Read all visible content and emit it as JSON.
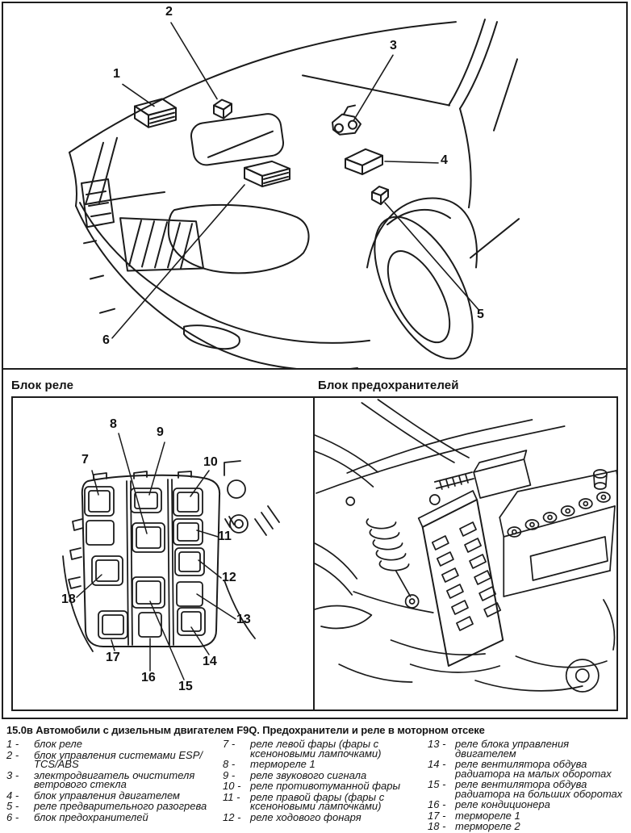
{
  "figure": {
    "panel_headers": {
      "relay": "Блок реле",
      "fuse": "Блок предохранителей"
    }
  },
  "callouts": {
    "car": [
      "1",
      "2",
      "3",
      "4",
      "5",
      "6"
    ],
    "relay": [
      "7",
      "8",
      "9",
      "10",
      "11",
      "12",
      "13",
      "14",
      "15",
      "16",
      "17",
      "18"
    ]
  },
  "legend": {
    "title": "15.0в Автомобили с дизельным двигателем F9Q. Предохранители и реле в моторном отсеке",
    "columns": [
      {
        "items": [
          {
            "num": "1 -",
            "text": "блок реле"
          },
          {
            "num": "2 -",
            "text": "блок управления системами ESP/ TCS/ABS"
          },
          {
            "num": "3 -",
            "text": "электродвигатель очистителя ветрового стекла"
          },
          {
            "num": "4 -",
            "text": "блок управления двигателем"
          },
          {
            "num": "5 -",
            "text": "реле предварительного разогрева"
          },
          {
            "num": "6 -",
            "text": "блок предохранителей"
          }
        ]
      },
      {
        "items": [
          {
            "num": "7 -",
            "text": "реле левой фары (фары с ксеноновыми лампочками)"
          },
          {
            "num": "8 -",
            "text": "термореле 1"
          },
          {
            "num": "9 -",
            "text": "реле звукового сигнала"
          },
          {
            "num": "10 -",
            "text": "реле противотуманной фары"
          },
          {
            "num": "11 -",
            "text": "реле правой фары (фары с ксеноновыми лампочками)"
          },
          {
            "num": "12 -",
            "text": "реле ходового фонаря"
          }
        ]
      },
      {
        "items": [
          {
            "num": "13 -",
            "text": "реле блока управления двигателем"
          },
          {
            "num": "14 -",
            "text": "реле вентилятора обдува радиатора на малых оборотах"
          },
          {
            "num": "15 -",
            "text": "реле вентилятора обдува радиатора на больших оборотах"
          },
          {
            "num": "16 -",
            "text": "реле кондиционера"
          },
          {
            "num": "17 -",
            "text": "термореле 1"
          },
          {
            "num": "18 -",
            "text": "термореле 2"
          }
        ]
      }
    ]
  }
}
